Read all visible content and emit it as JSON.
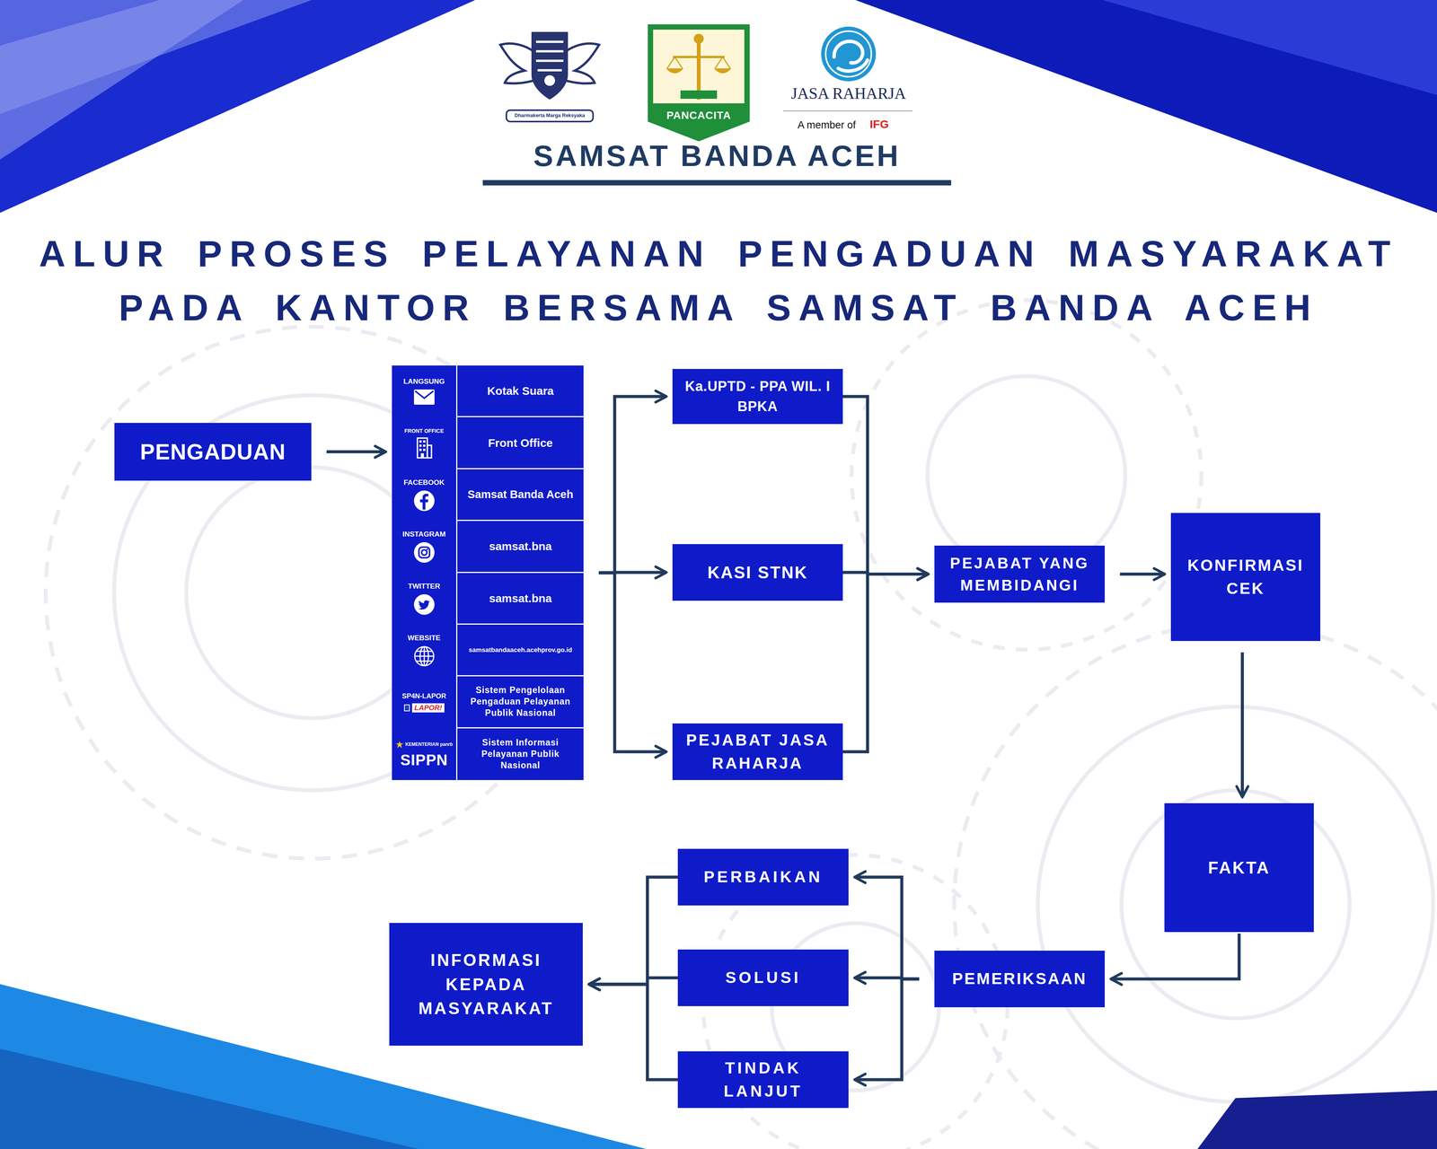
{
  "diagram": {
    "title": "ALUR PROSES PELAYANAN PENGADUAN MASYARAKAT PADA KANTOR BERSAMA SAMSAT BANDA ACEH",
    "nodes": [
      {
        "text": [
          "PENGADUAN"
        ]
      },
      {
        "text": []
      },
      {
        "text": [
          "LANGSUNG",
          "Kotak Suara"
        ],
        "in": 1
      },
      {
        "text": [
          "FRONT OFFICE",
          "Front Office"
        ],
        "in": 1
      },
      {
        "text": [
          "FACEBOOK",
          "Samsat Banda Aceh"
        ],
        "in": 1
      },
      {
        "text": [
          "INSTAGRAM",
          "samsat.bna"
        ],
        "in": 1
      },
      {
        "text": [
          "TWITTER",
          "samsat.bna"
        ],
        "in": 1
      },
      {
        "text": [
          "WEBSITE",
          "samsatbandaaceh.acehprov.go.id"
        ],
        "in": 1
      },
      {
        "text": [
          "SP4N-LAPOR",
          "LAPOR!",
          "Sistem Pengelolaan Pengaduan Pelayanan Publik Nasional"
        ],
        "in": 1
      },
      {
        "text": [
          "KEMENTERIAN panrb",
          "SIPPN",
          "Sistem Informasi Pelayanan Publik Nasional"
        ],
        "in": 1
      },
      {
        "text": [
          "Ka.UPTD - PPA WIL. I BPKA"
        ]
      },
      {
        "text": [
          "KASI STNK"
        ]
      },
      {
        "text": [
          "PEJABAT JASA RAHARJA"
        ]
      },
      {
        "text": [
          "PEJABAT YANG MEMBIDANGI"
        ]
      },
      {
        "text": [
          "KONFIRMASI CEK"
        ]
      },
      {
        "text": [
          "FAKTA"
        ]
      },
      {
        "text": [
          "PEMERIKSAAN"
        ]
      },
      {
        "text": [
          "PERBAIKAN"
        ]
      },
      {
        "text": [
          "SOLUSI"
        ]
      },
      {
        "text": [
          "TINDAK LANJUT"
        ]
      },
      {
        "text": [
          "INFORMASI KEPADA MASYARAKAT"
        ]
      }
    ],
    "edges": [
      {
        "from": 0,
        "to": 1,
        "arrow": "to"
      },
      {
        "from": 1,
        "to": 10,
        "arrow": "to"
      },
      {
        "from": 1,
        "to": 11,
        "arrow": "to"
      },
      {
        "from": 1,
        "to": 12,
        "arrow": "to"
      },
      {
        "from": 10,
        "to": 13,
        "arrow": "to"
      },
      {
        "from": 11,
        "to": 13,
        "arrow": "to"
      },
      {
        "from": 12,
        "to": 13,
        "arrow": "to"
      },
      {
        "from": 13,
        "to": 14,
        "arrow": "to"
      },
      {
        "from": 14,
        "to": 15,
        "arrow": "to"
      },
      {
        "from": 15,
        "to": 16,
        "arrow": "to"
      },
      {
        "from": 16,
        "to": 17,
        "arrow": "to"
      },
      {
        "from": 16,
        "to": 18,
        "arrow": "to"
      },
      {
        "from": 16,
        "to": 19,
        "arrow": "to"
      },
      {
        "from": 17,
        "to": 20,
        "arrow": "to"
      },
      {
        "from": 18,
        "to": 20,
        "arrow": "to"
      },
      {
        "from": 19,
        "to": 20,
        "arrow": "to"
      }
    ],
    "labels": [
      "SAMSAT BANDA ACEH",
      "Dharmakerta Marga Reksyaka",
      "PANCACITA",
      "JASA RAHARJA",
      "A member of",
      "IFG"
    ]
  }
}
